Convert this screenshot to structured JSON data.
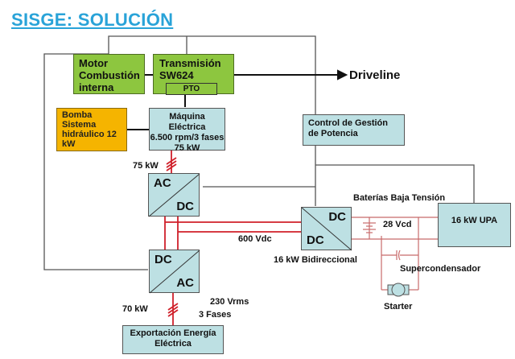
{
  "title": "SISGE: SOLUCIÓN",
  "blocks": {
    "motor": "Motor Combustión interna",
    "motor_lines": [
      "Motor",
      "Combustión",
      "interna"
    ],
    "transmission_lines": [
      "Transmisión",
      "SW624"
    ],
    "pto": "PTO",
    "pump_lines": [
      "Bomba",
      "Sistema",
      "hidráulico 12",
      "kW"
    ],
    "electric_machine_lines": [
      "Máquina Eléctrica",
      "6.500 rpm/3 fases",
      "75 kW"
    ],
    "control_lines": [
      "Control de Gestión",
      "de Potencia"
    ],
    "upa": "16 kW UPA",
    "export_lines": [
      "Exportación Energía",
      "Eléctrica"
    ]
  },
  "converters": {
    "acdc": {
      "top": "AC",
      "bottom": "DC"
    },
    "dcac": {
      "top": "DC",
      "bottom": "AC"
    },
    "dcdc": {
      "top": "DC",
      "bottom": "DC"
    }
  },
  "labels": {
    "driveline": "Driveline",
    "power_75kw": "75 kW",
    "bus_600vdc": "600 Vdc",
    "bidirectional": "16 kW Bidireccional",
    "batteries": "Baterías Baja Tensión",
    "vcd_28": "28 Vcd",
    "supercap": "Supercondensador",
    "starter": "Starter",
    "power_70kw": "70 kW",
    "vrms_230": "230 Vrms",
    "phases_3": "3 Fases"
  },
  "colors": {
    "title": "#29a3d8",
    "green_block": "#8dc63f",
    "orange_block": "#f5b400",
    "teal_block": "#bde0e3",
    "power_line": "#d0202a",
    "control_line": "#555555"
  }
}
